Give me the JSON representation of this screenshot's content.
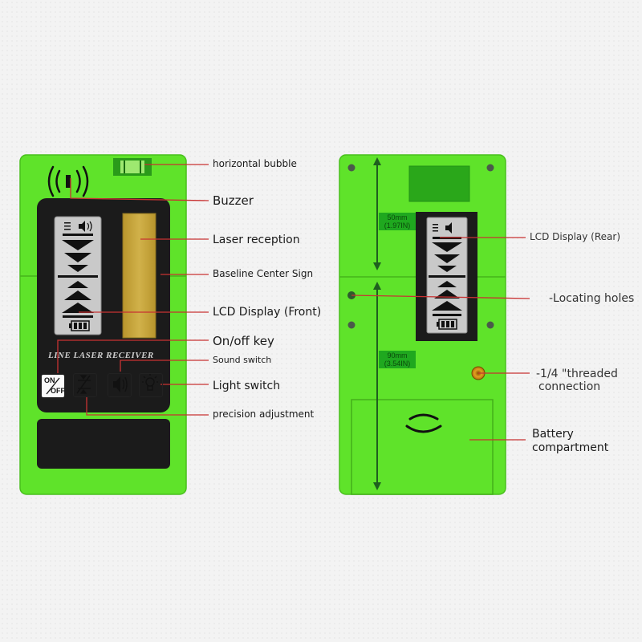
{
  "front": {
    "brand": "LINE LASER RECEIVER",
    "key_on": "ON",
    "key_off": "OFF",
    "labels": {
      "horizontal_bubble": "horizontal bubble",
      "buzzer": "Buzzer",
      "laser_reception": "Laser reception",
      "baseline_center_sign": "Baseline Center Sign",
      "lcd_display_front": "LCD Display (Front)",
      "on_off_key": "On/off key",
      "sound_switch": "Sound switch",
      "light_switch": "Light switch",
      "precision_adjustment": "precision adjustment"
    }
  },
  "rear": {
    "dim_top_mm": "50mm",
    "dim_top_in": "(1.97IN)",
    "dim_bottom_mm": "90mm",
    "dim_bottom_in": "(3.54IN)",
    "labels": {
      "lcd_display_rear": "LCD Display (Rear)",
      "locating_holes": "-Locating holes",
      "threaded_line1": "-1/4 \"threaded",
      "threaded_line2": "connection",
      "battery_line1": "Battery",
      "battery_line2": "compartment"
    }
  },
  "colors": {
    "body_green": "#5fe32a",
    "screen_black": "#1b1b1b",
    "leader_red": "#c83232",
    "lcd_gray": "#c9c9c9",
    "reception_window": "#c9a83a"
  },
  "icons": [
    "vibration-icon",
    "speaker-icon",
    "battery-icon",
    "arrow-up-icon",
    "arrow-down-icon",
    "bulb-icon",
    "precision-icon",
    "locating-hole-icon",
    "screw-icon",
    "threaded-hole-icon"
  ]
}
